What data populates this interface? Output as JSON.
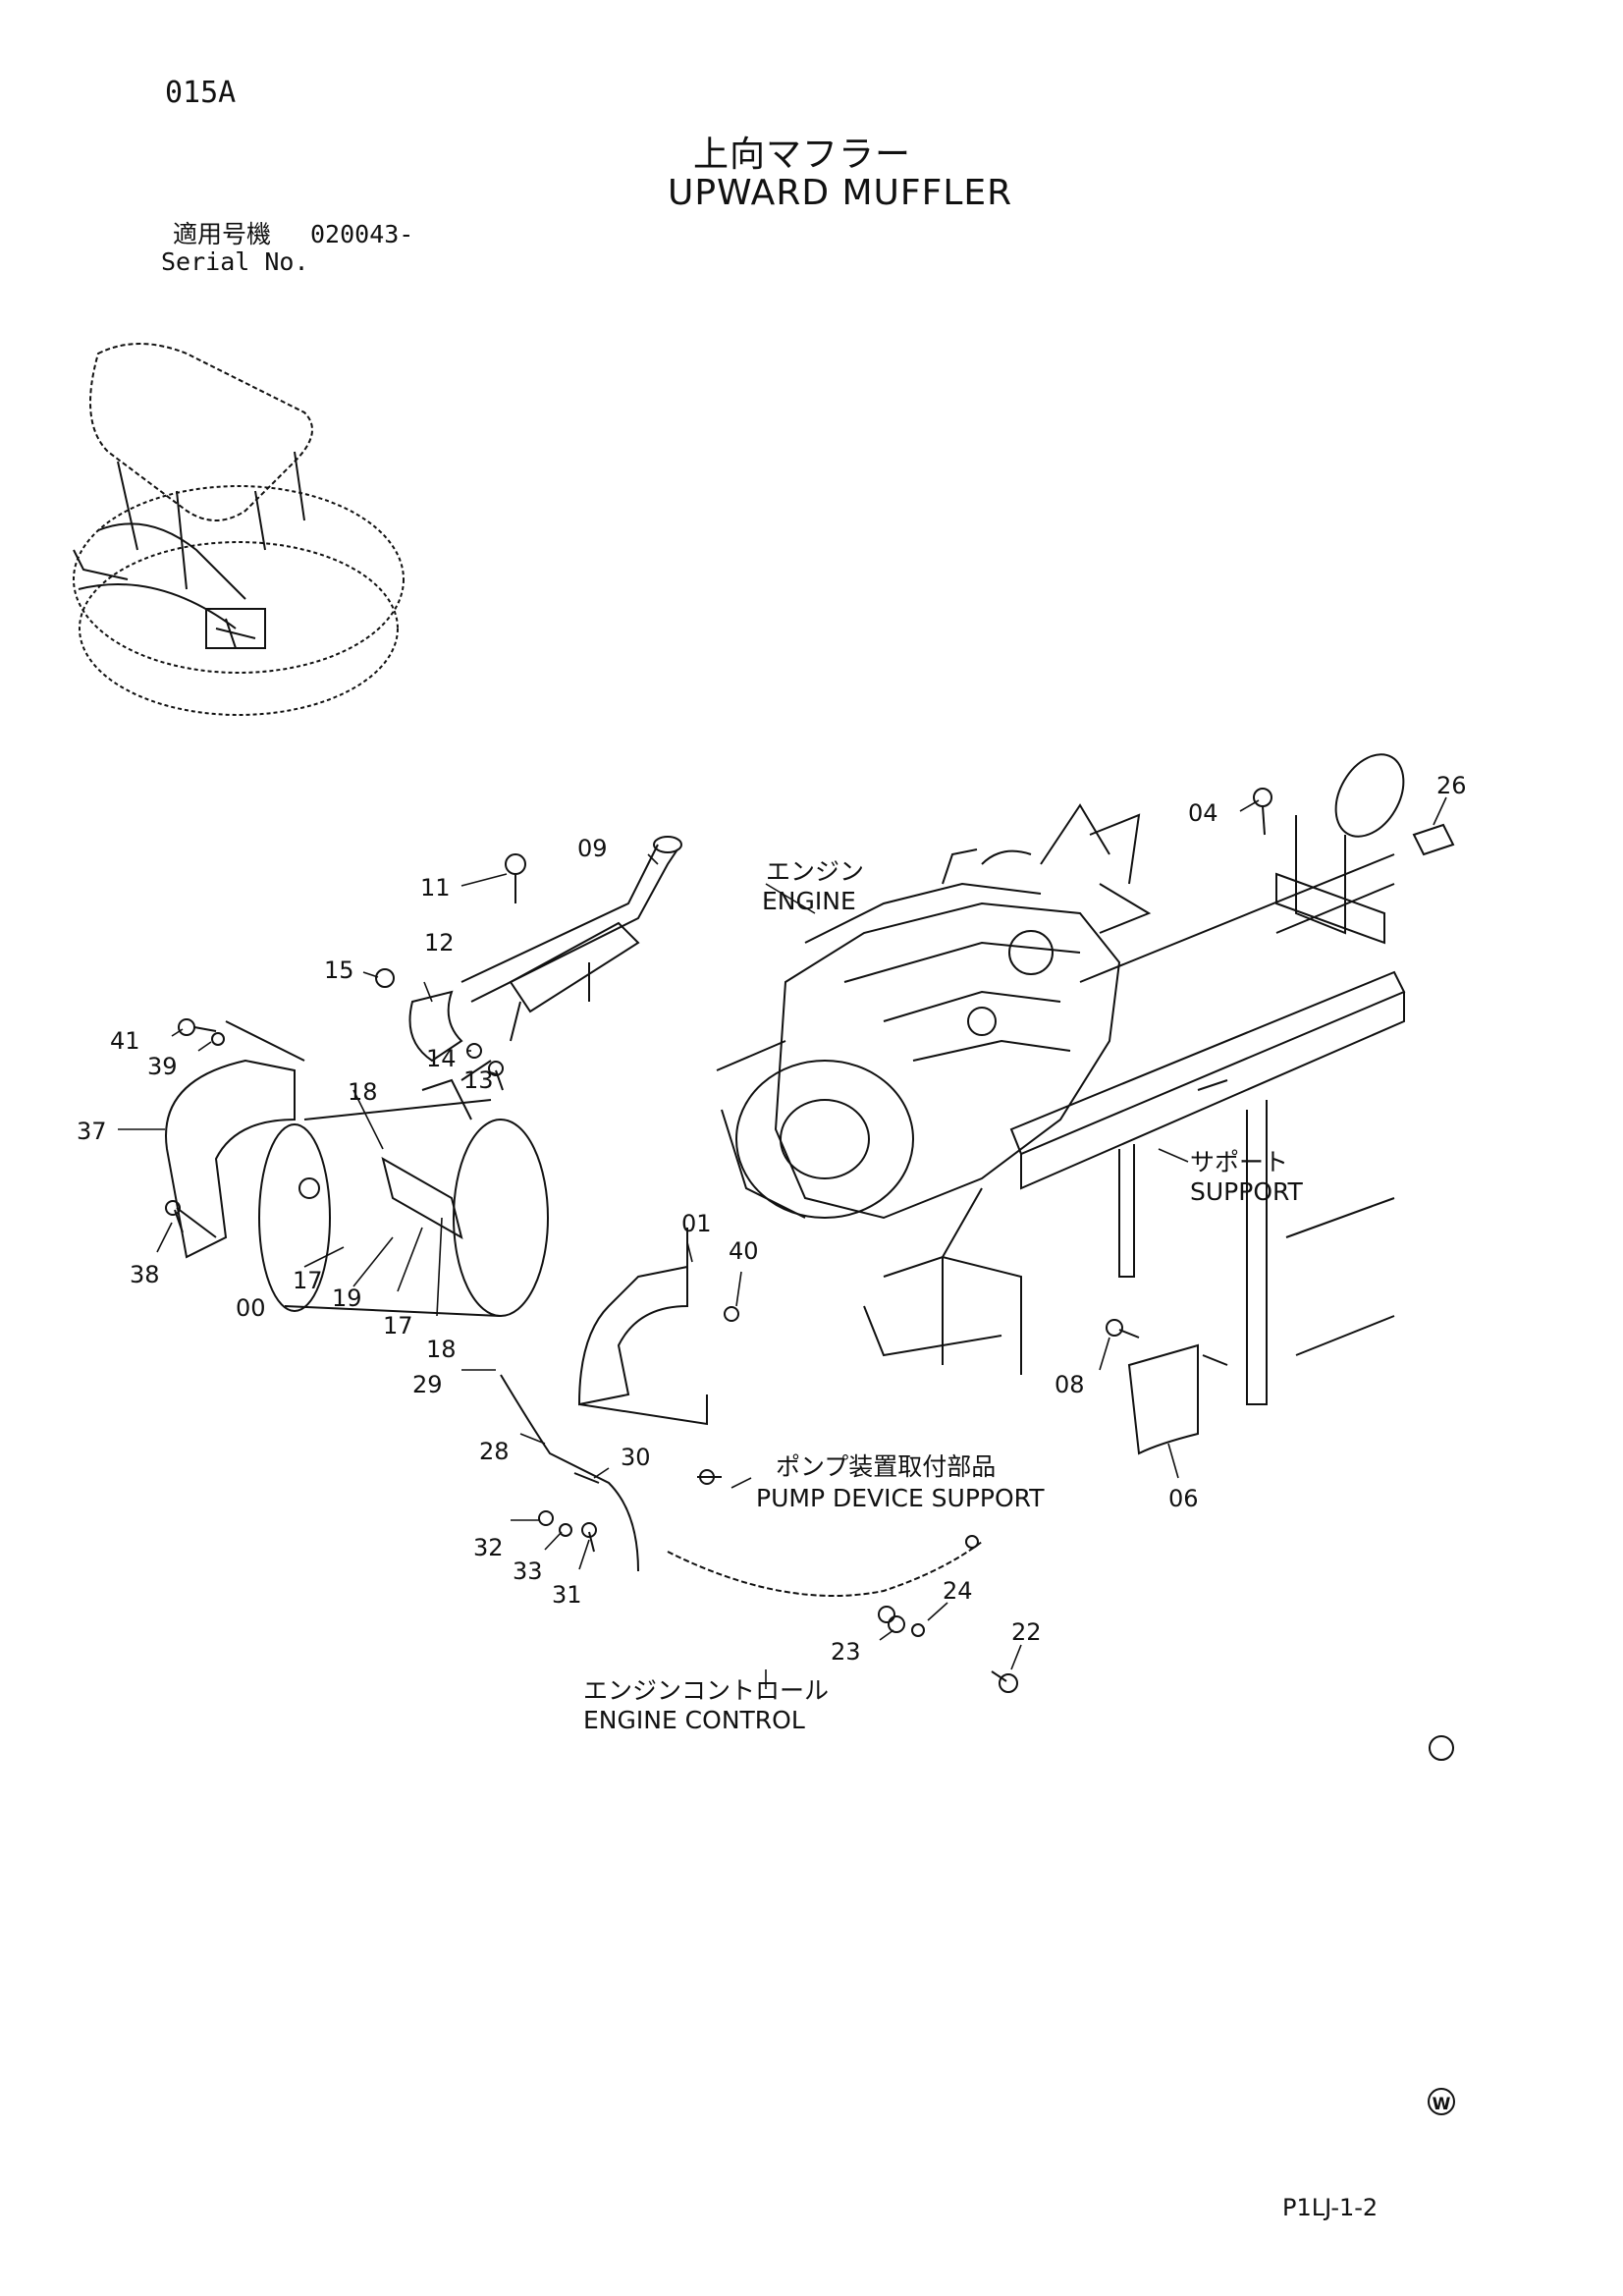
{
  "header": {
    "page_code": "015A",
    "title_jp": "上向マフラー",
    "title_en": "UPWARD MUFFLER",
    "serial_jp": "適用号機",
    "serial_no": "020043-",
    "serial_en": "Serial No."
  },
  "labels": {
    "engine_jp": "エンジン",
    "engine_en": "ENGINE",
    "support_jp": "サポート",
    "support_en": "SUPPORT",
    "pump_jp": "ポンプ装置取付部品",
    "pump_en": "PUMP DEVICE SUPPORT",
    "control_jp": "エンジンコントロール",
    "control_en": "ENGINE CONTROL"
  },
  "parts": {
    "p00": "00",
    "p01": "01",
    "p04": "04",
    "p06": "06",
    "p08": "08",
    "p09": "09",
    "p11": "11",
    "p12": "12",
    "p13": "13",
    "p14": "14",
    "p15": "15",
    "p17a": "17",
    "p17b": "17",
    "p18a": "18",
    "p18b": "18",
    "p19": "19",
    "p22": "22",
    "p23": "23",
    "p24": "24",
    "p26": "26",
    "p28": "28",
    "p29": "29",
    "p30": "30",
    "p31": "31",
    "p32": "32",
    "p33": "33",
    "p37": "37",
    "p38": "38",
    "p39": "39",
    "p40": "40",
    "p41": "41"
  },
  "footer": {
    "mark": "W",
    "page_ref": "P1LJ-1-2"
  }
}
